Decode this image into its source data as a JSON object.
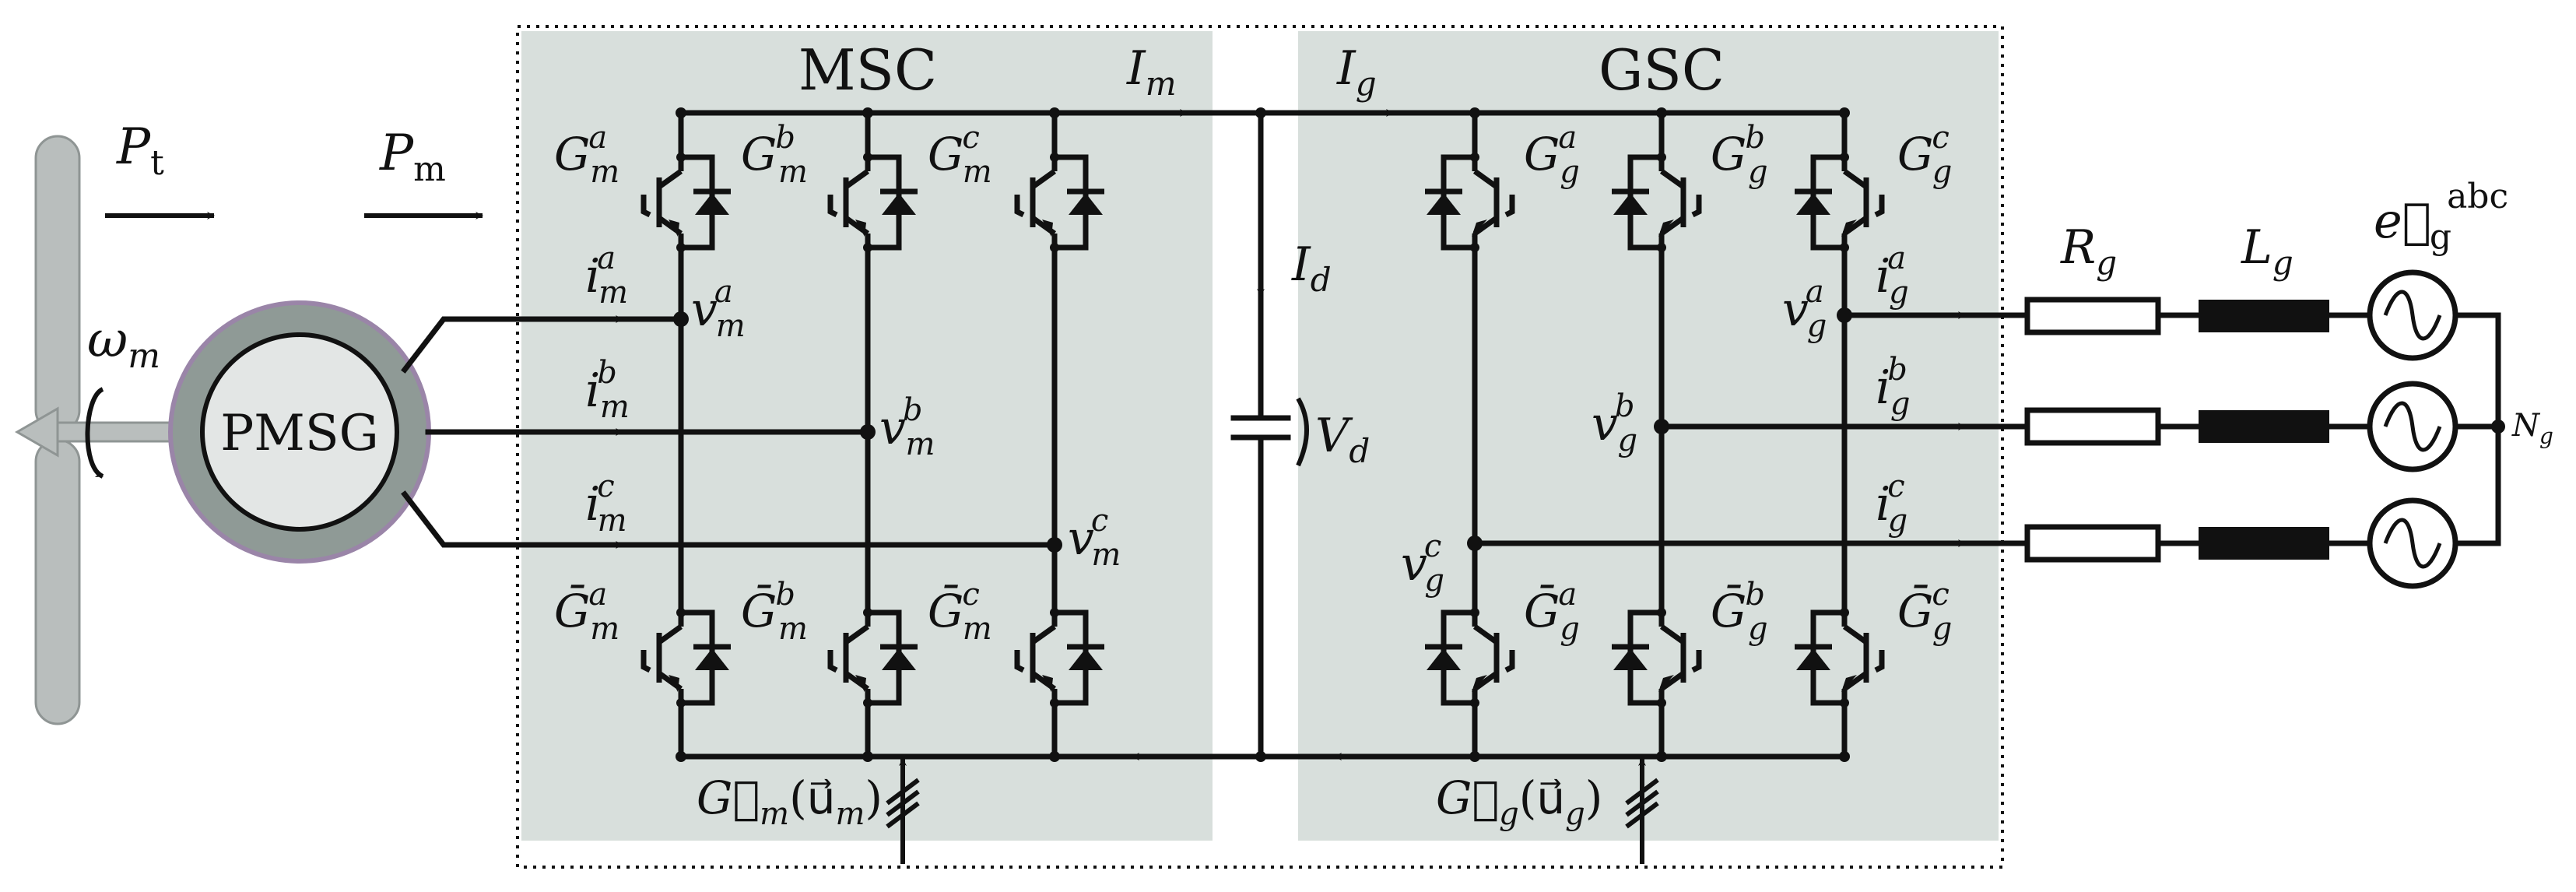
{
  "blocks": {
    "msc": "MSC",
    "gsc": "GSC",
    "generator": "PMSG"
  },
  "colors": {
    "converter_fill": "#d8dfdc",
    "generator_ring": "#8f9a96",
    "generator_core": "#e3e6e5",
    "generator_outline": "#9a85a8",
    "blade_fill": "#b9bebd",
    "line": "#111111"
  },
  "power": {
    "turbine": {
      "base": "P",
      "sub": "t"
    },
    "mechanical": {
      "base": "P",
      "sub": "m"
    }
  },
  "speed": {
    "base": "ω",
    "sub": "m"
  },
  "dc_link": {
    "machine_current": {
      "base": "I",
      "sub": "m"
    },
    "grid_current": {
      "base": "I",
      "sub": "g"
    },
    "capacitor_current": {
      "base": "I",
      "sub": "d"
    },
    "voltage": {
      "base": "V",
      "sub": "d"
    }
  },
  "msc_switches": {
    "upper": [
      {
        "base": "G",
        "sub": "m",
        "sup": "a"
      },
      {
        "base": "G",
        "sub": "m",
        "sup": "b"
      },
      {
        "base": "G",
        "sub": "m",
        "sup": "c"
      }
    ],
    "lower": [
      {
        "base": "Ḡ",
        "sub": "m",
        "sup": "a"
      },
      {
        "base": "Ḡ",
        "sub": "m",
        "sup": "b"
      },
      {
        "base": "Ḡ",
        "sub": "m",
        "sup": "c"
      }
    ]
  },
  "gsc_switches": {
    "upper": [
      {
        "base": "G",
        "sub": "g",
        "sup": "a"
      },
      {
        "base": "G",
        "sub": "g",
        "sup": "b"
      },
      {
        "base": "G",
        "sub": "g",
        "sup": "c"
      }
    ],
    "lower": [
      {
        "base": "Ḡ",
        "sub": "g",
        "sup": "a"
      },
      {
        "base": "Ḡ",
        "sub": "g",
        "sup": "b"
      },
      {
        "base": "Ḡ",
        "sub": "g",
        "sup": "c"
      }
    ]
  },
  "machine_currents": [
    {
      "base": "i",
      "sub": "m",
      "sup": "a"
    },
    {
      "base": "i",
      "sub": "m",
      "sup": "b"
    },
    {
      "base": "i",
      "sub": "m",
      "sup": "c"
    }
  ],
  "machine_voltages": [
    {
      "base": "v",
      "sub": "m",
      "sup": "a"
    },
    {
      "base": "v",
      "sub": "m",
      "sup": "b"
    },
    {
      "base": "v",
      "sub": "m",
      "sup": "c"
    }
  ],
  "grid_currents": [
    {
      "base": "i",
      "sub": "g",
      "sup": "a"
    },
    {
      "base": "i",
      "sub": "g",
      "sup": "b"
    },
    {
      "base": "i",
      "sub": "g",
      "sup": "c"
    }
  ],
  "grid_voltages": [
    {
      "base": "v",
      "sub": "g",
      "sup": "a"
    },
    {
      "base": "v",
      "sub": "g",
      "sup": "b"
    },
    {
      "base": "v",
      "sub": "g",
      "sup": "c"
    }
  ],
  "control": {
    "msc": {
      "text": "G⃗",
      "sub": "m",
      "arg": "(u⃗",
      "arg_sub": "m",
      "close": ")"
    },
    "gsc": {
      "text": "G⃗",
      "sub": "g",
      "arg": "(u⃗",
      "arg_sub": "g",
      "close": ")"
    }
  },
  "grid": {
    "resistance": {
      "base": "R",
      "sub": "g"
    },
    "inductance": {
      "base": "L",
      "sub": "g"
    },
    "source": {
      "base": "e⃗",
      "sub": "g",
      "sup": "abc"
    },
    "neutral": {
      "base": "N",
      "sub": "g"
    }
  }
}
